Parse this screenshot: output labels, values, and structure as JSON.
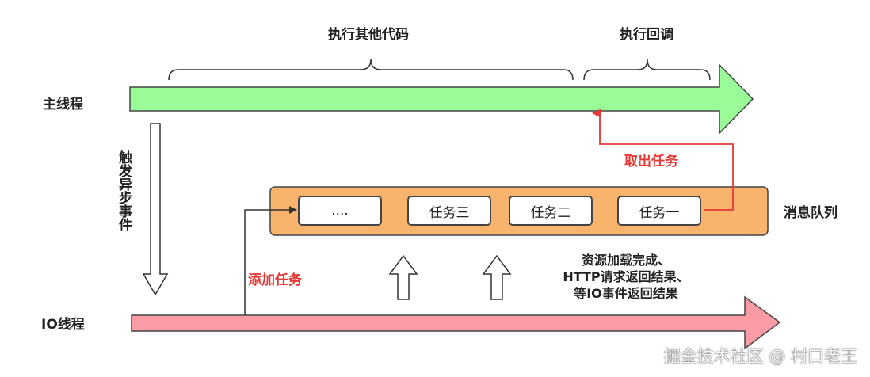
{
  "labels": {
    "main_thread": "主线程",
    "io_thread": "IO线程",
    "exec_other": "执行其他代码",
    "exec_callback": "执行回调",
    "trigger_async": "触发异步事件",
    "take_task": "取出任务",
    "add_task": "添加任务",
    "message_queue": "消息队列"
  },
  "queue": {
    "items": [
      "....",
      "任务三",
      "任务二",
      "任务一"
    ]
  },
  "note": {
    "lines": [
      "资源加载完成、",
      "HTTP请求返回结果、",
      "等IO事件返回结果"
    ]
  },
  "watermark": "掘金技术社区 @ 村口老王",
  "colors": {
    "main_arrow": "#99fc99",
    "io_arrow": "#fb9ba5",
    "queue_box": "#f8b36d",
    "red_line": "#e53935"
  }
}
